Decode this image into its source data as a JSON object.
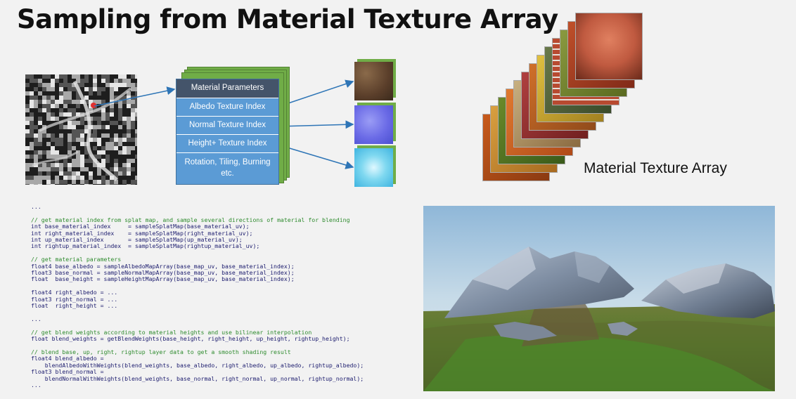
{
  "slide": {
    "title": "Sampling from Material Texture Array"
  },
  "params_panel": {
    "header": "Material Parameters",
    "rows": [
      "Albedo Texture Index",
      "Normal Texture Index",
      "Height+ Texture Index",
      "Rotation, Tiling, Burning etc."
    ]
  },
  "texture_array": {
    "label": "Material Texture Array"
  },
  "code": {
    "lines": [
      {
        "kind": "code",
        "text": "..."
      },
      {
        "kind": "blank",
        "text": ""
      },
      {
        "kind": "comment",
        "text": "// get material index from splat map, and sample several directions of material for blending"
      },
      {
        "kind": "code",
        "text": "int base_material_index     = sampleSplatMap(base_material_uv);"
      },
      {
        "kind": "code",
        "text": "int right_material_index    = sampleSplatMap(right_material_uv);"
      },
      {
        "kind": "code",
        "text": "int up_material_index       = sampleSplatMap(up_material_uv);"
      },
      {
        "kind": "code",
        "text": "int rightup_material_index  = sampleSplatMap(rightup_material_uv);"
      },
      {
        "kind": "blank",
        "text": ""
      },
      {
        "kind": "comment",
        "text": "// get material parameters"
      },
      {
        "kind": "code",
        "text": "float4 base_albedo = sampleAlbedoMapArray(base_map_uv, base_material_index);"
      },
      {
        "kind": "code",
        "text": "float3 base_normal = sampleNormalMapArray(base_map_uv, base_material_index);"
      },
      {
        "kind": "code",
        "text": "float  base_height = sampleHeightMapArray(base_map_uv, base_material_index);"
      },
      {
        "kind": "blank",
        "text": ""
      },
      {
        "kind": "code",
        "text": "float4 right_albedo = ..."
      },
      {
        "kind": "code",
        "text": "float3 right_normal = ..."
      },
      {
        "kind": "code",
        "text": "float  right_height = ..."
      },
      {
        "kind": "blank",
        "text": ""
      },
      {
        "kind": "code",
        "text": "..."
      },
      {
        "kind": "blank",
        "text": ""
      },
      {
        "kind": "comment",
        "text": "// get blend weights according to material heights and use bilinear interpolation"
      },
      {
        "kind": "code",
        "text": "float blend_weights = getBlendWeights(base_height, right_height, up_height, rightup_height);"
      },
      {
        "kind": "blank",
        "text": ""
      },
      {
        "kind": "comment",
        "text": "// blend base, up, right, rightup layer data to get a smooth shading result"
      },
      {
        "kind": "code",
        "text": "float4 blend_albedo ="
      },
      {
        "kind": "code",
        "text": "    blendAlbedoWithWeights(blend_weights, base_albedo, right_albedo, up_albedo, rightup_albedo);"
      },
      {
        "kind": "code",
        "text": "float3 blend_normal ="
      },
      {
        "kind": "code",
        "text": "    blendNormalWithWeights(blend_weights, base_normal, right_normal, up_normal, rightup_normal);"
      },
      {
        "kind": "code",
        "text": "..."
      }
    ]
  },
  "colors": {
    "panel_blue": "#5b9bd5",
    "panel_header": "#44546a",
    "stack_green": "#70ad47",
    "arrow": "#2e75b6",
    "comment_green": "#2e8b2e"
  }
}
